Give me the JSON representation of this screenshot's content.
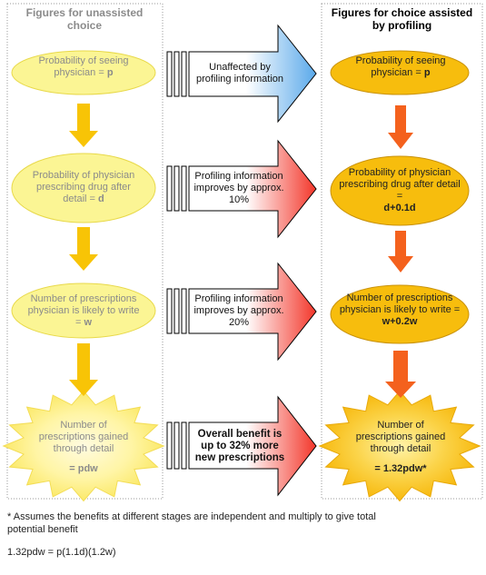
{
  "left": {
    "title": "Figures for unassisted choice",
    "nodes": [
      {
        "text": "Probability of seeing physician = ",
        "var": "p"
      },
      {
        "text": "Probability of physician prescribing drug after detail = ",
        "var": "d"
      },
      {
        "text": "Number of prescriptions physician is likely to write = ",
        "var": "w"
      },
      {
        "text": "Number of prescriptions gained through detail",
        "var": "= pdw"
      }
    ]
  },
  "middle": {
    "arrows": [
      {
        "text": "Unaffected by profiling information"
      },
      {
        "text": "Profiling information improves by approx. 10%"
      },
      {
        "text": "Profiling information improves by approx. 20%"
      },
      {
        "text": "Overall benefit is up to 32% more new prescriptions"
      }
    ]
  },
  "right": {
    "title": "Figures for choice assisted by profiling",
    "nodes": [
      {
        "text": "Probability of seeing physician = ",
        "var": "p"
      },
      {
        "text": "Probability of physician prescribing drug after detail = ",
        "var": "d+0.1d"
      },
      {
        "text": "Number of prescriptions physician is likely to write = ",
        "var": "w+0.2w"
      },
      {
        "text": "Number of prescriptions gained through detail",
        "var": "= 1.32pdw*"
      }
    ]
  },
  "footnote": {
    "line1": "* Assumes the benefits at different stages are independent and multiply to give total",
    "line2": "potential benefit",
    "formula": "1.32pdw = p(1.1d)(1.2w)"
  },
  "colors": {
    "left_fill": "#fbf594",
    "left_text": "#8b8b8b",
    "left_arrow": "#f8c406",
    "right_fill": "#f7bd0d",
    "right_text": "#222222",
    "right_arrow": "#f4611d",
    "panel_border": "#999999",
    "arrow_blue": "#6aaee8",
    "arrow_red": "#f23c2e"
  }
}
